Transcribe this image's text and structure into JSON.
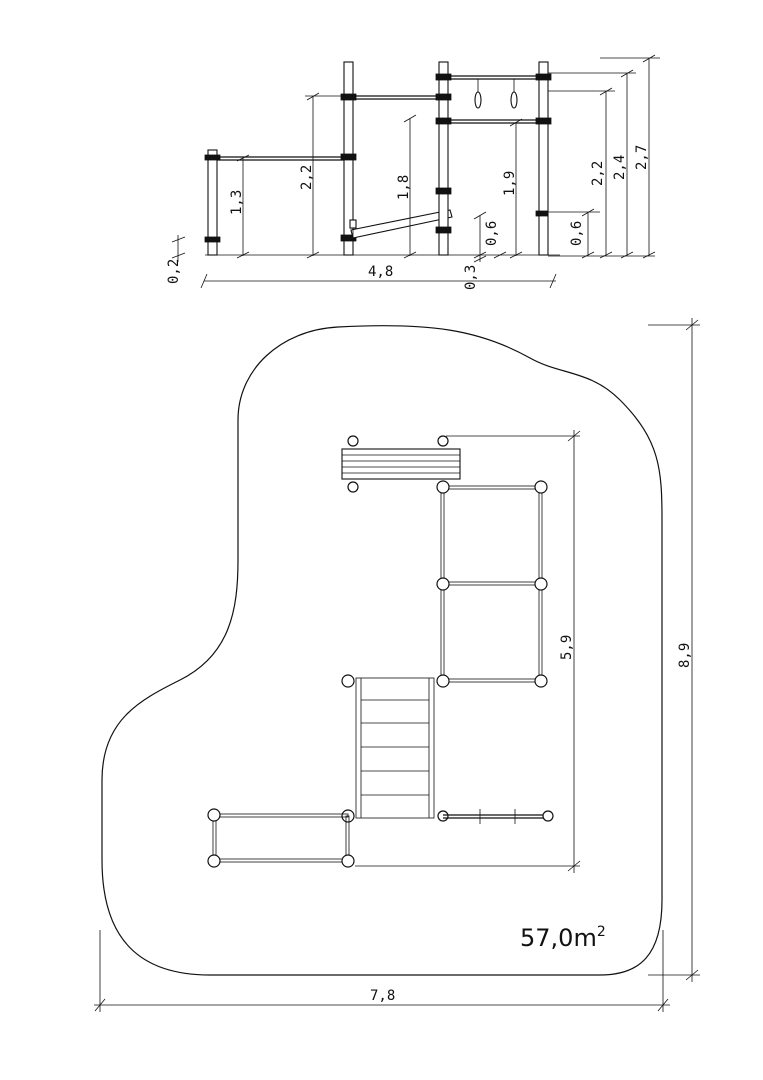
{
  "elevation": {
    "dims": {
      "d_0_2": "0,2",
      "d_1_3": "1,3",
      "d_2_2_left": "2,2",
      "d_1_8": "1,8",
      "d_0_6_left": "0,6",
      "d_1_9": "1,9",
      "d_0_3": "0,3",
      "d_4_8": "4,8",
      "d_0_6_right": "0,6",
      "d_2_2_right": "2,2",
      "d_2_4": "2,4",
      "d_2_7": "2,7"
    }
  },
  "plan": {
    "dims": {
      "d_5_9": "5,9",
      "d_8_9": "8,9",
      "d_7_8": "7,8"
    },
    "area_value": "57,0m",
    "area_exponent": "2"
  }
}
